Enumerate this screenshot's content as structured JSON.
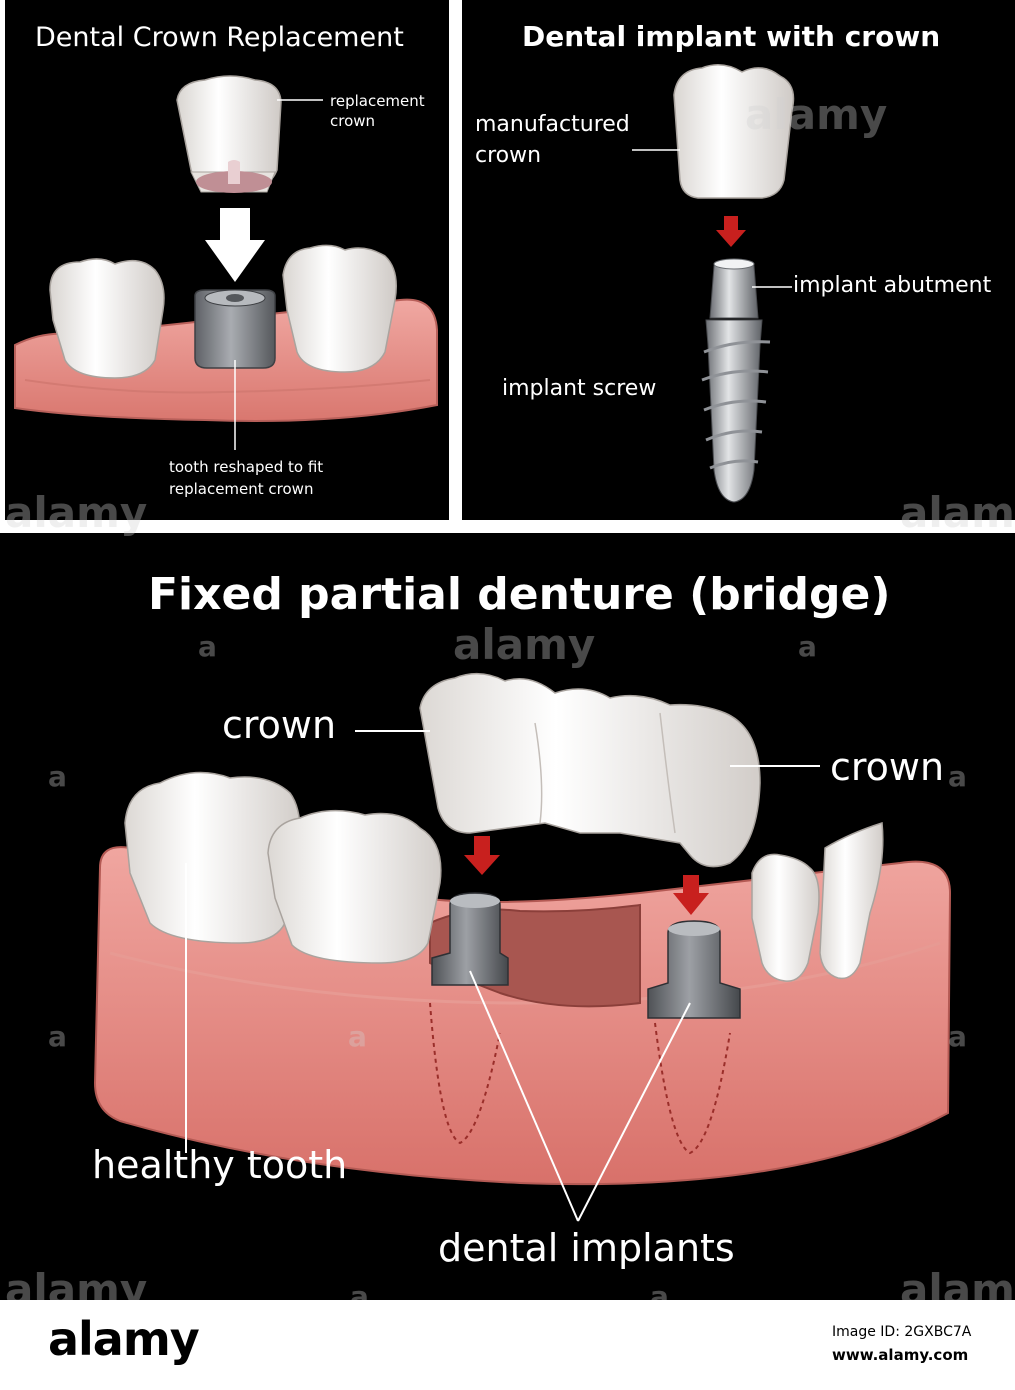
{
  "panel1": {
    "title": "Dental Crown Replacement",
    "labels": {
      "replacement_crown_1": "replacement",
      "replacement_crown_2": "crown",
      "reshaped_1": "tooth reshaped to fit",
      "reshaped_2": "replacement crown"
    }
  },
  "panel2": {
    "title": "Dental implant with crown",
    "labels": {
      "manufactured_1": "manufactured",
      "manufactured_2": "crown",
      "abutment": "implant abutment",
      "screw": "implant screw"
    }
  },
  "panel3": {
    "title": "Fixed partial denture (bridge)",
    "labels": {
      "crown_left": "crown",
      "crown_right": "crown",
      "healthy_tooth": "healthy tooth",
      "dental_implants": "dental implants"
    }
  },
  "watermarks": {
    "brand": "alamy",
    "mark": "a"
  },
  "footer": {
    "logo": "alamy",
    "image_id": "Image ID: 2GXBC7A",
    "url": "www.alamy.com"
  },
  "colors": {
    "background": "#000000",
    "gum": "#e8928e",
    "tooth": "#f4f1ee",
    "metal": "#8a8d92",
    "arrow_red": "#c8201e"
  }
}
